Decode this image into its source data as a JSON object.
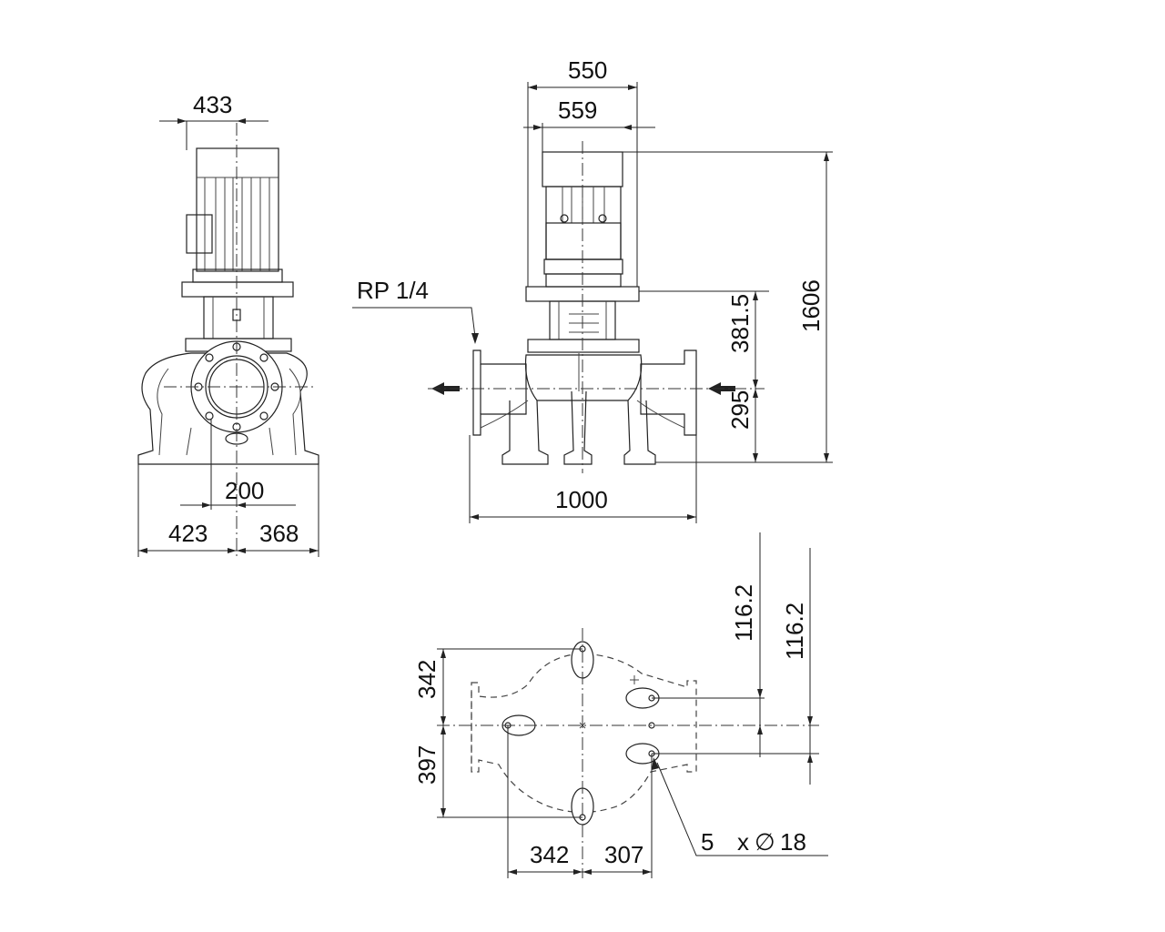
{
  "dimensions": {
    "side_motor_width": "433",
    "side_base_offset": "200",
    "side_base_left": "423",
    "side_base_right": "368",
    "front_motor_width": "550",
    "front_flange_width": "559",
    "front_total_height": "1606",
    "front_shaft_height": "381.5",
    "front_pipe_height": "295",
    "front_port_distance": "1000",
    "plan_upper_offset_1": "116.2",
    "plan_upper_offset_2": "116.2",
    "plan_left_upper": "342",
    "plan_left_lower": "397",
    "plan_bottom_left": "342",
    "plan_bottom_right": "307"
  },
  "labels": {
    "port_thread": "RP 1/4",
    "bolt_count": "5",
    "bolt_times": "x",
    "bolt_diameter_symbol": "∅",
    "bolt_diameter": "18"
  }
}
